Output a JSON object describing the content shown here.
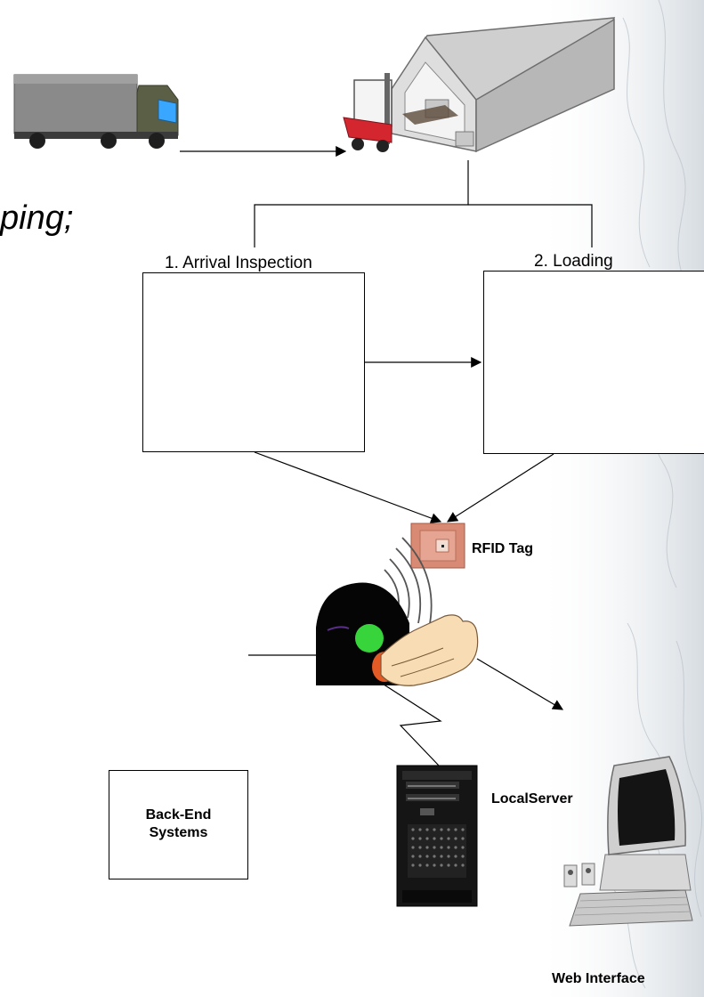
{
  "slide": {
    "partial_title": "ping;"
  },
  "stations": [
    {
      "label": "1. Arrival Inspection"
    },
    {
      "label": "2. Loading"
    }
  ],
  "components": {
    "rfid_tag": "RFID Tag",
    "local_server": "LocalServer",
    "backend_line1": "Back-End",
    "backend_line2": "Systems",
    "web_interface": "Web Interface"
  },
  "icons": [
    "truck-icon",
    "warehouse-icon",
    "forklift-icon",
    "worker-pallet-icon",
    "rfid-tag-icon",
    "rfid-reader-icon",
    "hand-icon",
    "server-tower-icon",
    "desktop-computer-icon",
    "speaker-icon",
    "keyboard-icon"
  ]
}
